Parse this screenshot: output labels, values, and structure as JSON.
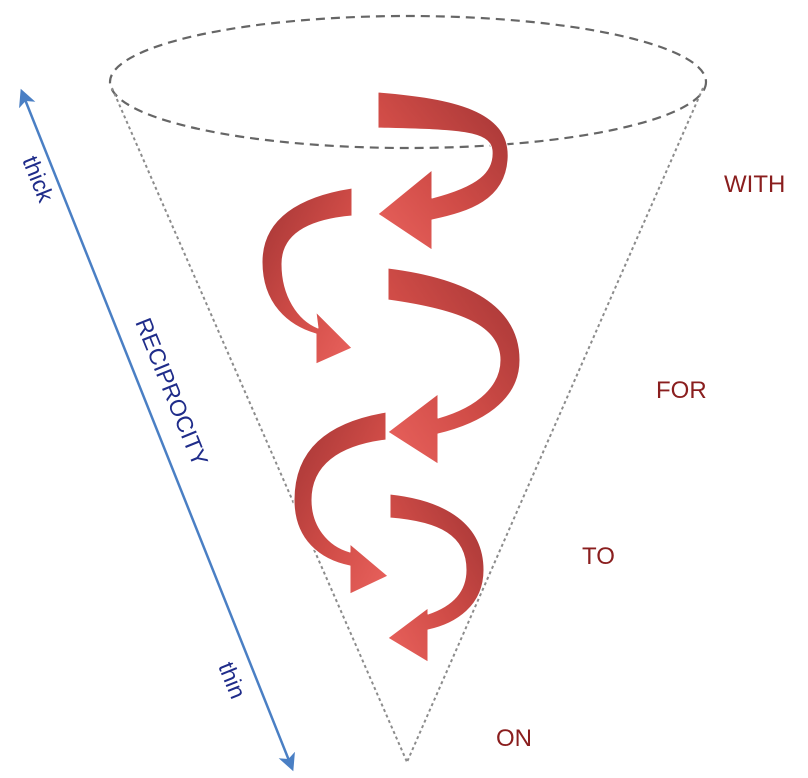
{
  "levels": [
    {
      "label": "WITH"
    },
    {
      "label": "FOR"
    },
    {
      "label": "TO"
    },
    {
      "label": "ON"
    }
  ],
  "axis": {
    "title": "RECIPROCITY",
    "top_label": "thick",
    "bottom_label": "thin"
  },
  "colors": {
    "level_text": "#8a1e1e",
    "axis_text": "#1f2c8a",
    "axis_line": "#4a7fc4",
    "arrow_light": "#e05a55",
    "arrow_dark": "#a33535",
    "arrow_outline": "#ffffff",
    "cone_outline": "#8c8c8c"
  },
  "icons": {
    "spiral_arrows": "curved-arrow-icon",
    "axis_arrow": "double-headed-arrow-icon"
  }
}
